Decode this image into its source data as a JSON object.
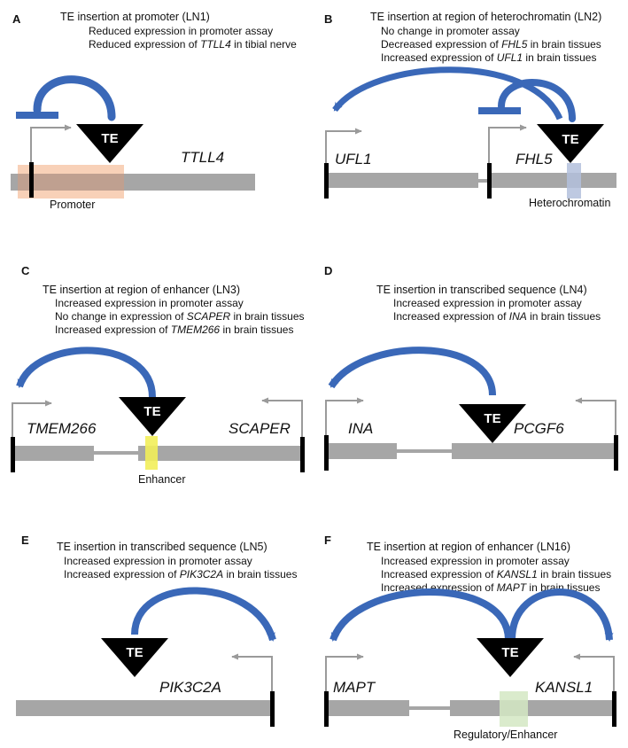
{
  "te_label": "TE",
  "colors": {
    "gene_bar": "#a6a6a6",
    "arrow_gray": "#9a9a9a",
    "te_fill": "#000000",
    "regulation_blue": "#3a68b8",
    "promoter_highlight": "#f7c9ab",
    "heterochromatin_highlight": "#b3bfdc",
    "enhancer_highlight": "#f2ee5a",
    "regulatory_enhancer_highlight": "#d4e8c3"
  },
  "panels": [
    {
      "letter": "A",
      "title": "TE insertion at promoter (LN1)",
      "lines": [
        {
          "pre": "Reduced expression in promoter assay",
          "gene": "",
          "post": ""
        },
        {
          "pre": "Reduced expression of ",
          "gene": "TTLL4",
          "post": " in tibial nerve"
        }
      ],
      "genes": [
        "TTLL4"
      ],
      "region_label": "Promoter"
    },
    {
      "letter": "B",
      "title": "TE insertion at region of heterochromatin (LN2)",
      "lines": [
        {
          "pre": "No change in promoter assay",
          "gene": "",
          "post": ""
        },
        {
          "pre": "Decreased expression of ",
          "gene": "FHL5",
          "post": " in brain tissues"
        },
        {
          "pre": "Increased expression of ",
          "gene": "UFL1",
          "post": " in brain tissues"
        }
      ],
      "genes": [
        "UFL1",
        "FHL5"
      ],
      "region_label": "Heterochromatin"
    },
    {
      "letter": "C",
      "title": "TE insertion at region of enhancer (LN3)",
      "lines": [
        {
          "pre": "Increased expression in promoter assay",
          "gene": "",
          "post": ""
        },
        {
          "pre": "No change in expression of ",
          "gene": "SCAPER",
          "post": " in brain tissues"
        },
        {
          "pre": "Increased expression of ",
          "gene": "TMEM266",
          "post": " in brain tissues"
        }
      ],
      "genes": [
        "TMEM266",
        "SCAPER"
      ],
      "region_label": "Enhancer"
    },
    {
      "letter": "D",
      "title": "TE insertion in transcribed sequence (LN4)",
      "lines": [
        {
          "pre": "Increased expression in promoter assay",
          "gene": "",
          "post": ""
        },
        {
          "pre": "Increased expression of ",
          "gene": "INA",
          "post": " in brain tissues"
        }
      ],
      "genes": [
        "INA",
        "PCGF6"
      ],
      "region_label": ""
    },
    {
      "letter": "E",
      "title": "TE insertion in transcribed sequence (LN5)",
      "lines": [
        {
          "pre": "Increased expression in promoter assay",
          "gene": "",
          "post": ""
        },
        {
          "pre": "Increased expression of ",
          "gene": "PIK3C2A",
          "post": " in brain tissues"
        }
      ],
      "genes": [
        "PIK3C2A"
      ],
      "region_label": ""
    },
    {
      "letter": "F",
      "title": "TE insertion at region of enhancer (LN16)",
      "lines": [
        {
          "pre": "Increased expression in promoter assay",
          "gene": "",
          "post": ""
        },
        {
          "pre": "Increased expression of ",
          "gene": "KANSL1",
          "post": " in brain tissues"
        },
        {
          "pre": "Increased expression of ",
          "gene": "MAPT",
          "post": " in brain tissues"
        }
      ],
      "genes": [
        "MAPT",
        "KANSL1"
      ],
      "region_label": "Regulatory/Enhancer"
    }
  ]
}
